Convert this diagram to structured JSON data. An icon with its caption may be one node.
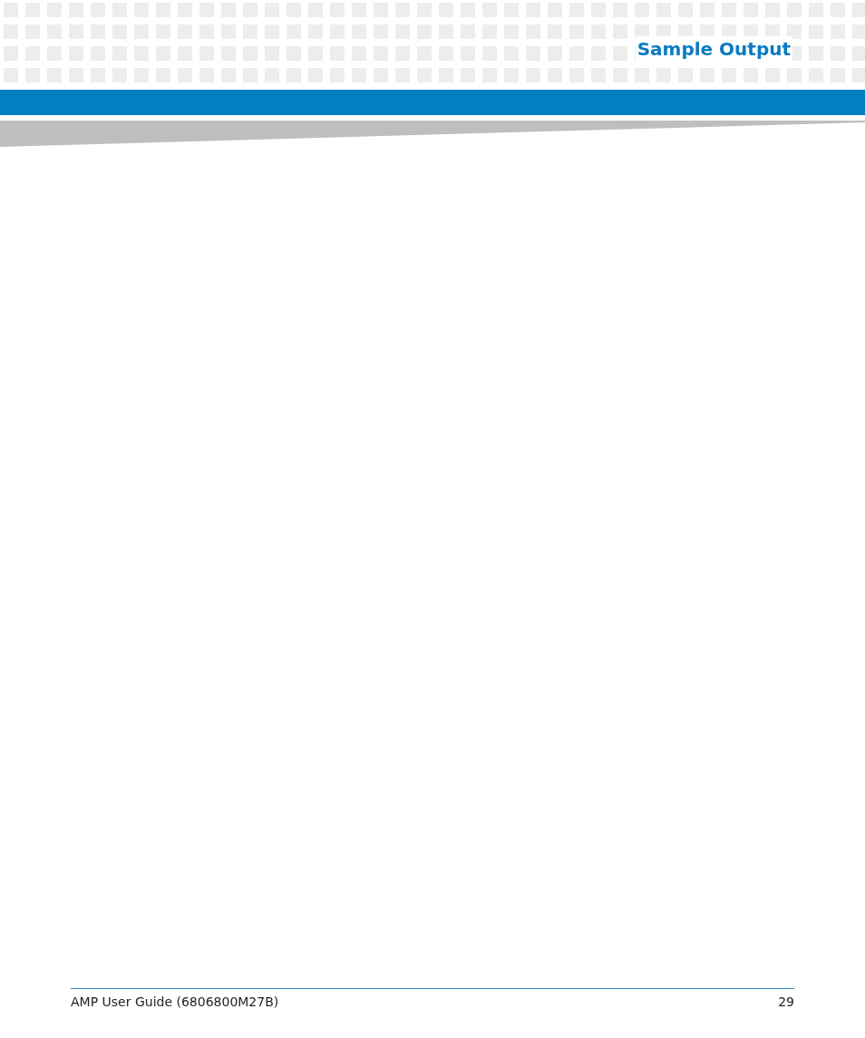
{
  "diagram": {
    "title": "Sample Output",
    "labels": [
      "AMP User Guide (6806800M27B)",
      "29"
    ]
  }
}
